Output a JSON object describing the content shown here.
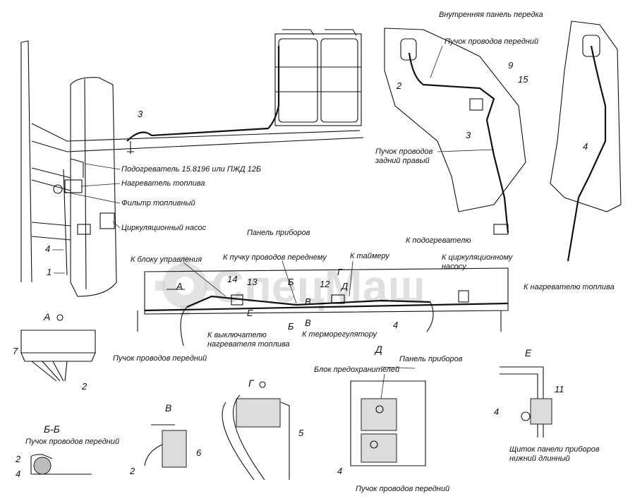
{
  "labels": {
    "inner_panel": "Внутренняя панель передка",
    "front_bundle_top": "Пучок проводов передний",
    "rear_right_bundle": "Пучок проводов задний правый",
    "to_heater": "К подогревателю",
    "to_circ_pump": "К циркуляционному насосу",
    "to_fuel_heater": "К нагревателю топлива",
    "heater": "Подогреватель 15.8196 или ПЖД 12Б",
    "fuel_heater": "Нагреватель топлива",
    "fuel_filter": "Фильтр топливный",
    "circ_pump": "Циркуляционный насос",
    "instr_panel": "Панель приборов",
    "to_control_unit": "К блоку управления",
    "to_front_bundle": "К пучку проводов переднему",
    "to_timer": "К таймеру",
    "to_heater_switch": "К выключателю нагревателя топлива",
    "to_thermoregulator": "К терморегулятору",
    "front_bundle_mid": "Пучок проводов передний",
    "front_bundle_bb": "Пучок проводов передний",
    "instr_panel_d": "Панель приборов",
    "fuse_block": "Блок предохранителей",
    "front_bundle_d": "Пучок проводов передний",
    "shield": "Щиток панели приборов нижний длинный"
  },
  "views": {
    "a": "А",
    "bb": "Б-Б",
    "v": "В",
    "g": "Г",
    "d": "Д",
    "e": "Е"
  },
  "markers": {
    "a": "А",
    "b_top": "Б",
    "b_bot": "Б",
    "v_top": "В",
    "v_bot": "В",
    "d": "Д",
    "e": "Е",
    "g": "Г"
  },
  "numbers": {
    "n1": "1",
    "n2_top": "2",
    "n2_a": "2",
    "n2_bb": "2",
    "n2_v": "2",
    "n3_main": "3",
    "n3_right": "3",
    "n4_left": "4",
    "n4_right": "4",
    "n4_mid": "4",
    "n4_bb": "4",
    "n4_d": "4",
    "n4_e": "4",
    "n5": "5",
    "n6": "6",
    "n7": "7",
    "n9": "9",
    "n11": "11",
    "n12": "12",
    "n13": "13",
    "n14": "14",
    "n15": "15"
  },
  "watermark": "СпецМаш"
}
